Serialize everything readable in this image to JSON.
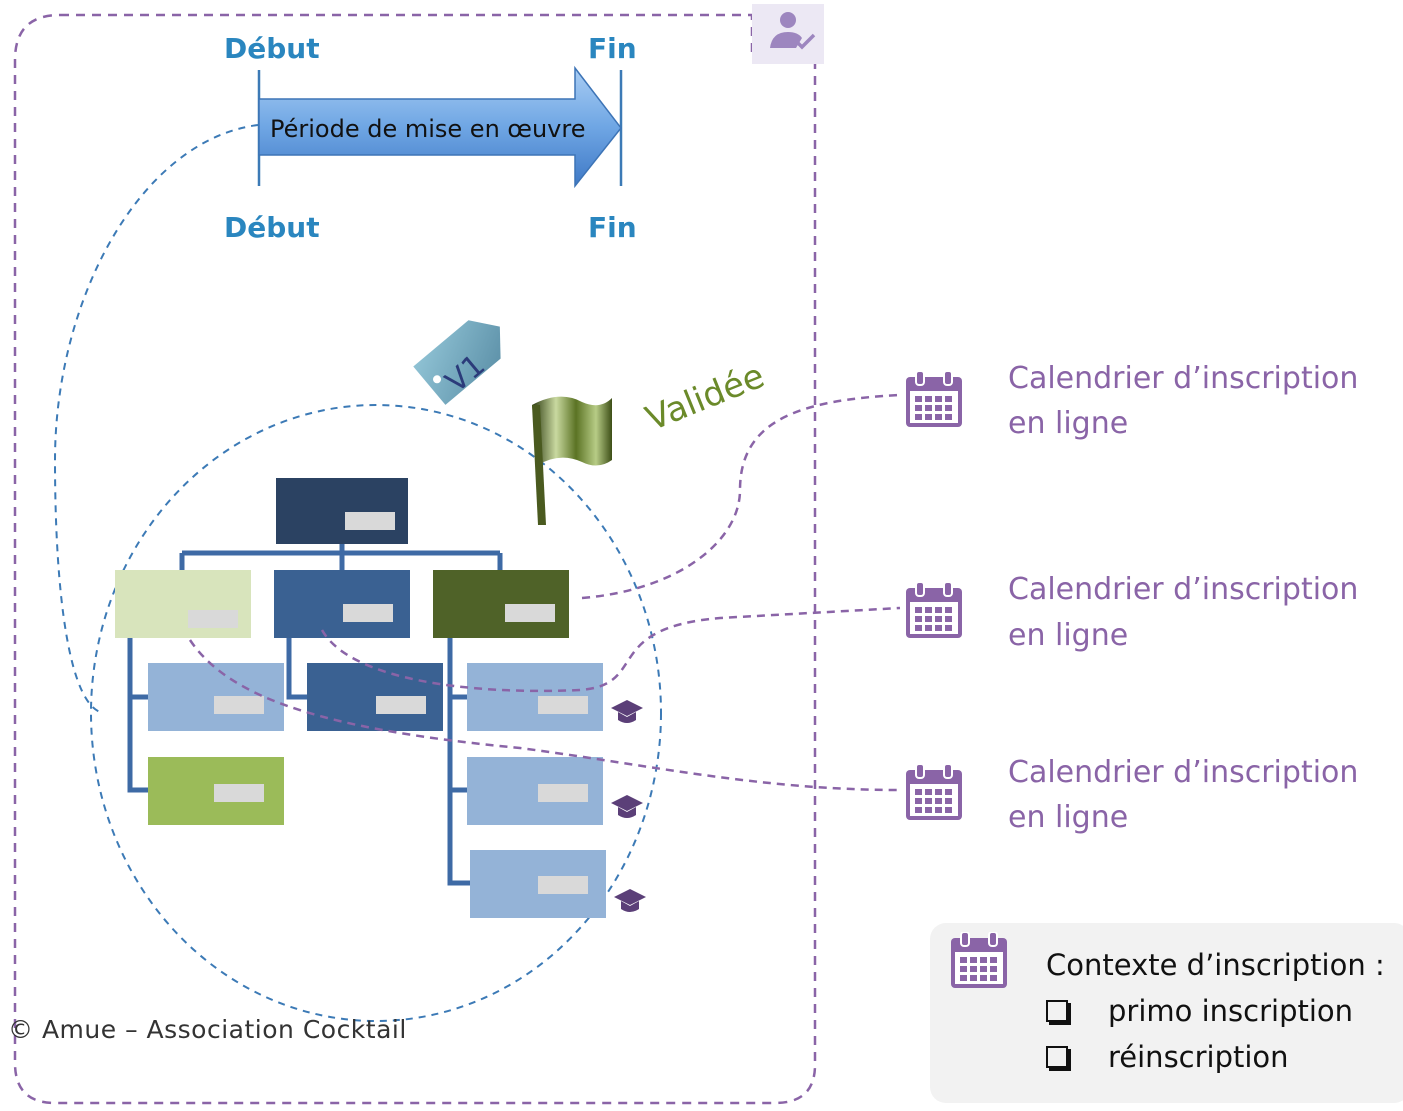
{
  "period": {
    "start_top": "Début",
    "end_top": "Fin",
    "arrow_label": "Période de mise en œuvre",
    "start_bottom": "Début",
    "end_bottom": "Fin"
  },
  "version": {
    "tag": "V1",
    "status": "Validée"
  },
  "calendars": [
    {
      "line1": "Calendrier d’inscription",
      "line2": "en ligne"
    },
    {
      "line1": "Calendrier d’inscription",
      "line2": "en ligne"
    },
    {
      "line1": "Calendrier d’inscription",
      "line2": "en ligne"
    }
  ],
  "context": {
    "title": "Contexte d’inscription :",
    "options": [
      "primo inscription",
      "réinscription"
    ]
  },
  "copyright": "© Amue – Association Cocktail",
  "icons": {
    "validated_user": "user-check-icon",
    "calendar": "calendar-icon",
    "graduation": "graduation-cap-icon",
    "tag": "tag-icon",
    "flag": "flag-icon"
  },
  "colors": {
    "purple": "#8a64a7",
    "blue_label": "#2a86bf",
    "dark_navy": "#2b4262",
    "mid_blue": "#3a6192",
    "light_blue": "#94b3d7",
    "light_green": "#d8e4bc",
    "olive": "#4f6228",
    "green": "#9bbb59",
    "tag": "#6a9bb0"
  }
}
